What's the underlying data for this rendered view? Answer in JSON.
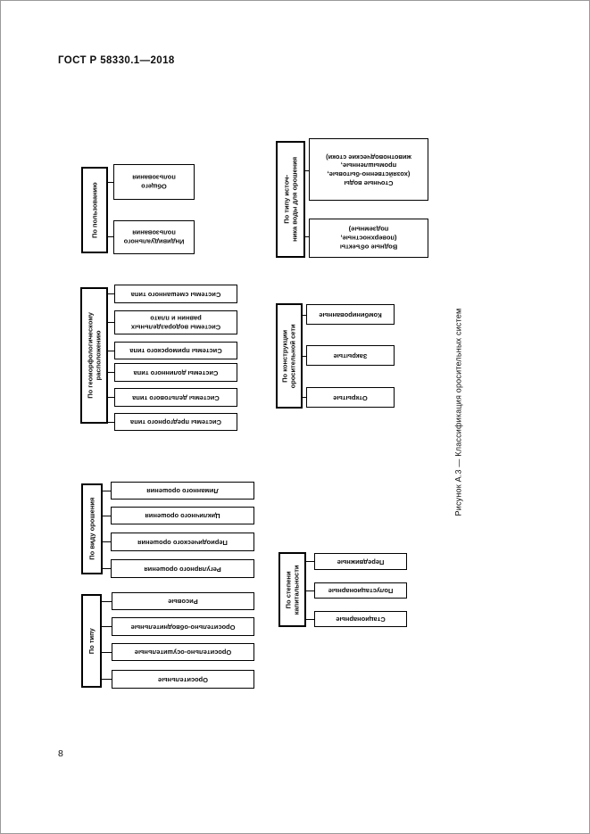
{
  "page": {
    "standard_number": "ГОСТ Р 58330.1—2018",
    "page_number": "8",
    "figure_caption": "Рисунок А.3 — Классификация оросительных систем"
  },
  "diagram": {
    "groups": [
      {
        "header": "По пользованию",
        "leaves": [
          "Общего\nпользования",
          "Индивидуального\nпользования"
        ]
      },
      {
        "header": "По типу источ-\nника воды для орошения",
        "leaves": [
          "Сточные воды\n(хозяйственно-бытовые,\nпромышленные,\nживотноводческие стоки)",
          "Водные объекты\n(поверхностные,\nподземные)"
        ]
      },
      {
        "header": "По геоморфологическому\nрасположению",
        "leaves": [
          "Системы смешанного типа",
          "Системы водораздельных\nравнин и плато",
          "Системы приморского типа",
          "Системы долинного типа",
          "Системы дельтового типа",
          "Системы предгорного типа"
        ]
      },
      {
        "header": "По конструкции\nоросительной сети",
        "leaves": [
          "Комбинированные",
          "Закрытые",
          "Открытые"
        ]
      },
      {
        "header": "По виду орошения",
        "leaves": [
          "Лиманного орошения",
          "Цикличного орошения",
          "Периодического орошения",
          "Регулярного орошения"
        ]
      },
      {
        "header": "По типу",
        "leaves": [
          "Рисовые",
          "Оросительно-обводнительные",
          "Оросительно-осушительные",
          "Оросительные"
        ]
      },
      {
        "header": "По степени\nкапитальности",
        "leaves": [
          "Передвижные",
          "Полустационарные",
          "Стационарные"
        ]
      }
    ]
  }
}
